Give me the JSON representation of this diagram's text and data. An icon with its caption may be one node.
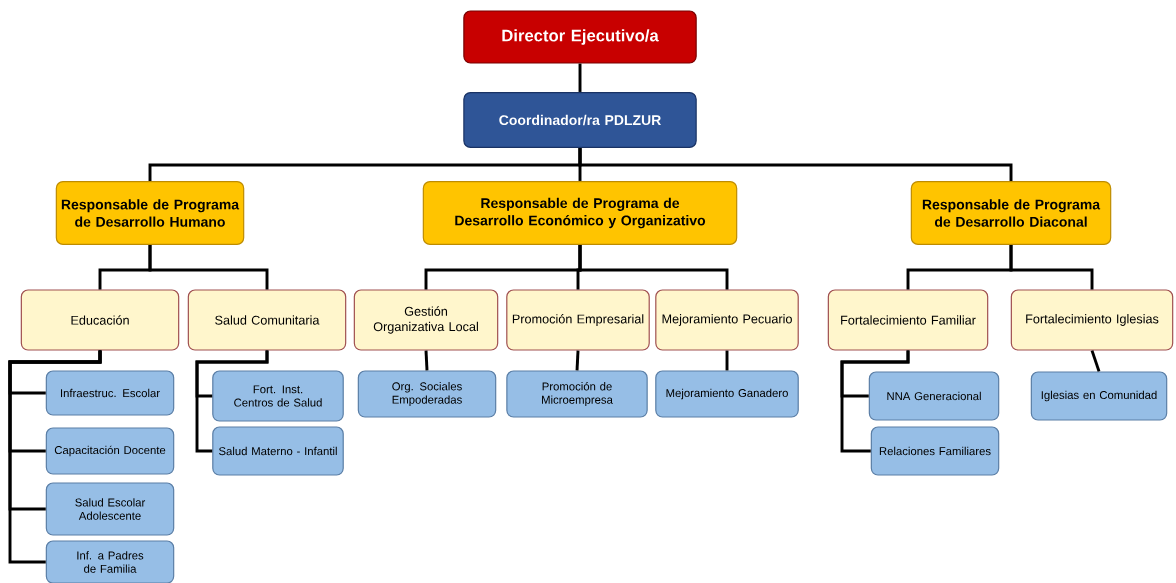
{
  "diagram": {
    "nodes": [
      {
        "text": [
          "Director Ejecutivo/a"
        ]
      },
      {
        "text": [
          "Coordinador/ra PDLZUR"
        ]
      },
      {
        "text": [
          "Responsable de Programa de Desarrollo Humano"
        ]
      },
      {
        "text": [
          "Responsable de Programa de Desarrollo Económico y Organizativo"
        ]
      },
      {
        "text": [
          "Responsable de Programa de Desarrollo Diaconal"
        ]
      },
      {
        "text": [
          "Educación"
        ]
      },
      {
        "text": [
          "Salud Comunitaria"
        ]
      },
      {
        "text": [
          "Gestión Organizativa Local"
        ]
      },
      {
        "text": [
          "Promoción Empresarial"
        ]
      },
      {
        "text": [
          "Mejoramiento Pecuario"
        ]
      },
      {
        "text": [
          "Fortalecimiento Familiar"
        ]
      },
      {
        "text": [
          "Fortalecimiento Iglesias"
        ]
      },
      {
        "text": [
          "Infraestruc. Escolar"
        ]
      },
      {
        "text": [
          "Capacitación Docente"
        ]
      },
      {
        "text": [
          "Salud Escolar Adolescente"
        ]
      },
      {
        "text": [
          "Inf. a Padres de Familia"
        ]
      },
      {
        "text": [
          "Fort. Inst. Centros de Salud"
        ]
      },
      {
        "text": [
          "Salud Materno - Infantil"
        ]
      },
      {
        "text": [
          "Org. Sociales Empoderadas"
        ]
      },
      {
        "text": [
          "Promoción de Microempresa"
        ]
      },
      {
        "text": [
          "Mejoramiento Ganadero"
        ]
      },
      {
        "text": [
          "NNA Generacional"
        ]
      },
      {
        "text": [
          "Relaciones Familiares"
        ]
      },
      {
        "text": [
          "Iglesias en Comunidad"
        ]
      }
    ],
    "edges": [
      {
        "from": 0,
        "to": 1,
        "arrow": "none"
      },
      {
        "from": 1,
        "to": 2,
        "arrow": "none"
      },
      {
        "from": 1,
        "to": 3,
        "arrow": "none"
      },
      {
        "from": 1,
        "to": 4,
        "arrow": "none"
      },
      {
        "from": 2,
        "to": 5,
        "arrow": "none"
      },
      {
        "from": 2,
        "to": 6,
        "arrow": "none"
      },
      {
        "from": 3,
        "to": 7,
        "arrow": "none"
      },
      {
        "from": 3,
        "to": 8,
        "arrow": "none"
      },
      {
        "from": 3,
        "to": 9,
        "arrow": "none"
      },
      {
        "from": 4,
        "to": 10,
        "arrow": "none"
      },
      {
        "from": 4,
        "to": 11,
        "arrow": "none"
      },
      {
        "from": 5,
        "to": 12,
        "arrow": "none"
      },
      {
        "from": 5,
        "to": 13,
        "arrow": "none"
      },
      {
        "from": 5,
        "to": 14,
        "arrow": "none"
      },
      {
        "from": 5,
        "to": 15,
        "arrow": "none"
      },
      {
        "from": 6,
        "to": 16,
        "arrow": "none"
      },
      {
        "from": 6,
        "to": 17,
        "arrow": "none"
      },
      {
        "from": 7,
        "to": 18,
        "arrow": "none"
      },
      {
        "from": 8,
        "to": 19,
        "arrow": "none"
      },
      {
        "from": 9,
        "to": 20,
        "arrow": "none"
      },
      {
        "from": 10,
        "to": 21,
        "arrow": "none"
      },
      {
        "from": 10,
        "to": 22,
        "arrow": "none"
      },
      {
        "from": 11,
        "to": 23,
        "arrow": "none"
      }
    ]
  }
}
